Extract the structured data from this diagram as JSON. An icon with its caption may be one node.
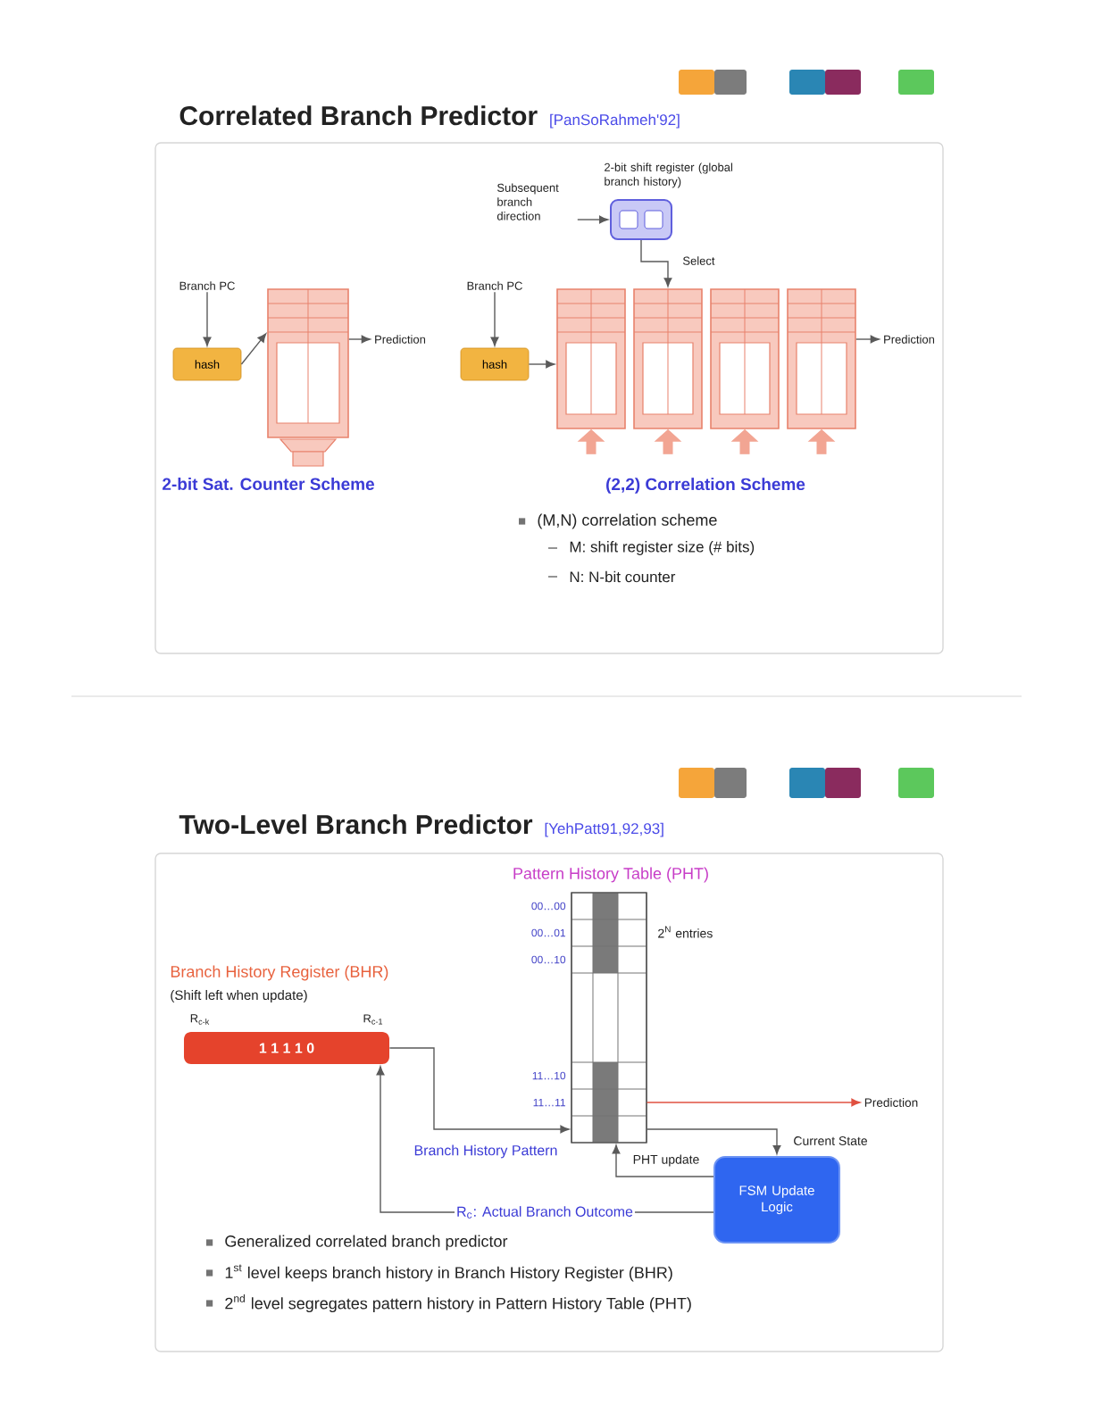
{
  "diagram": {
    "nodes": [
      {
        "text": [
          "Correlated Branch Predictor",
          "[PanSoRahmeh'92]"
        ]
      },
      {
        "text": [
          "Subsequent branch direction"
        ],
        "in": 0
      },
      {
        "text": [],
        "shape": "box",
        "beside": [
          "2-bit shift register (global branch history)"
        ],
        "in": 0
      },
      {
        "text": [
          "Branch PC"
        ],
        "in": 0
      },
      {
        "text": [
          "hash"
        ],
        "in": 0
      },
      {
        "text": [],
        "shape": "box",
        "in": 0
      },
      {
        "text": [
          "Prediction"
        ],
        "in": 0
      },
      {
        "text": [
          "Branch PC"
        ],
        "in": 0
      },
      {
        "text": [
          "hash"
        ],
        "in": 0
      },
      {
        "text": [],
        "shape": "box",
        "in": 0
      },
      {
        "text": [],
        "shape": "box",
        "in": 0
      },
      {
        "text": [],
        "shape": "box",
        "in": 0
      },
      {
        "text": [],
        "shape": "box",
        "in": 0
      },
      {
        "text": [
          "Prediction"
        ],
        "in": 0
      },
      {
        "text": [
          "Two-Level Branch Predictor",
          "[YehPatt91,92,93]"
        ]
      },
      {
        "text": [
          "Pattern History Table (PHT)"
        ],
        "beside": [
          "00…00",
          "00…01",
          "00…10",
          "11…10",
          "11…11",
          "2$^{N}$ entries"
        ],
        "in": 14
      },
      {
        "text": [
          "1 1 1 1 0"
        ],
        "beside": [
          "Branch History Register (BHR)",
          "(Shift left when update)",
          "R$_{c-k}$",
          "R$_{c-1}$"
        ],
        "in": 14
      },
      {
        "text": [
          "Prediction"
        ],
        "in": 14
      },
      {
        "text": [
          "FSM Update Logic"
        ],
        "in": 14
      }
    ],
    "edges": [
      {
        "from": 1,
        "to": 2,
        "arrow": "to"
      },
      {
        "from": 2,
        "to": 10,
        "arrow": "to",
        "label": "Select"
      },
      {
        "from": 3,
        "to": 4,
        "arrow": "to"
      },
      {
        "from": 4,
        "to": 5,
        "arrow": "to"
      },
      {
        "from": 5,
        "to": 6,
        "arrow": "to"
      },
      {
        "from": 7,
        "to": 8,
        "arrow": "to"
      },
      {
        "from": 8,
        "to": 9,
        "arrow": "to"
      },
      {
        "from": 12,
        "to": 13,
        "arrow": "to"
      },
      {
        "from": 16,
        "to": 15,
        "arrow": "to",
        "label": "Branch History Pattern"
      },
      {
        "from": 15,
        "to": 17,
        "arrow": "to",
        "color": "#e05040"
      },
      {
        "from": 15,
        "to": 18,
        "arrow": "to",
        "label": "Current State"
      },
      {
        "from": 18,
        "to": 15,
        "arrow": "to",
        "label": "PHT update"
      },
      {
        "from": 18,
        "to": 16,
        "arrow": "to",
        "label": "R$_{c}$: Actual Branch Outcome"
      },
      {
        "from": null,
        "to": 9,
        "arrow": "to",
        "style": "thick",
        "color": "#f2a593"
      },
      {
        "from": null,
        "to": 10,
        "arrow": "to",
        "style": "thick",
        "color": "#f2a593"
      },
      {
        "from": null,
        "to": 11,
        "arrow": "to",
        "style": "thick",
        "color": "#f2a593"
      },
      {
        "from": null,
        "to": 12,
        "arrow": "to",
        "style": "thick",
        "color": "#f2a593"
      }
    ],
    "labels": [
      "2-bit Sat. Counter Scheme",
      "(2,2) Correlation Scheme",
      "(M,N) correlation scheme",
      "M: shift register size (# bits)",
      "N: N-bit counter",
      "Generalized correlated branch predictor",
      "1$^{st}$ level keeps branch history in Branch History Register (BHR)",
      "2$^{nd}$ level segregates pattern history in Pattern History Table (PHT)"
    ]
  }
}
